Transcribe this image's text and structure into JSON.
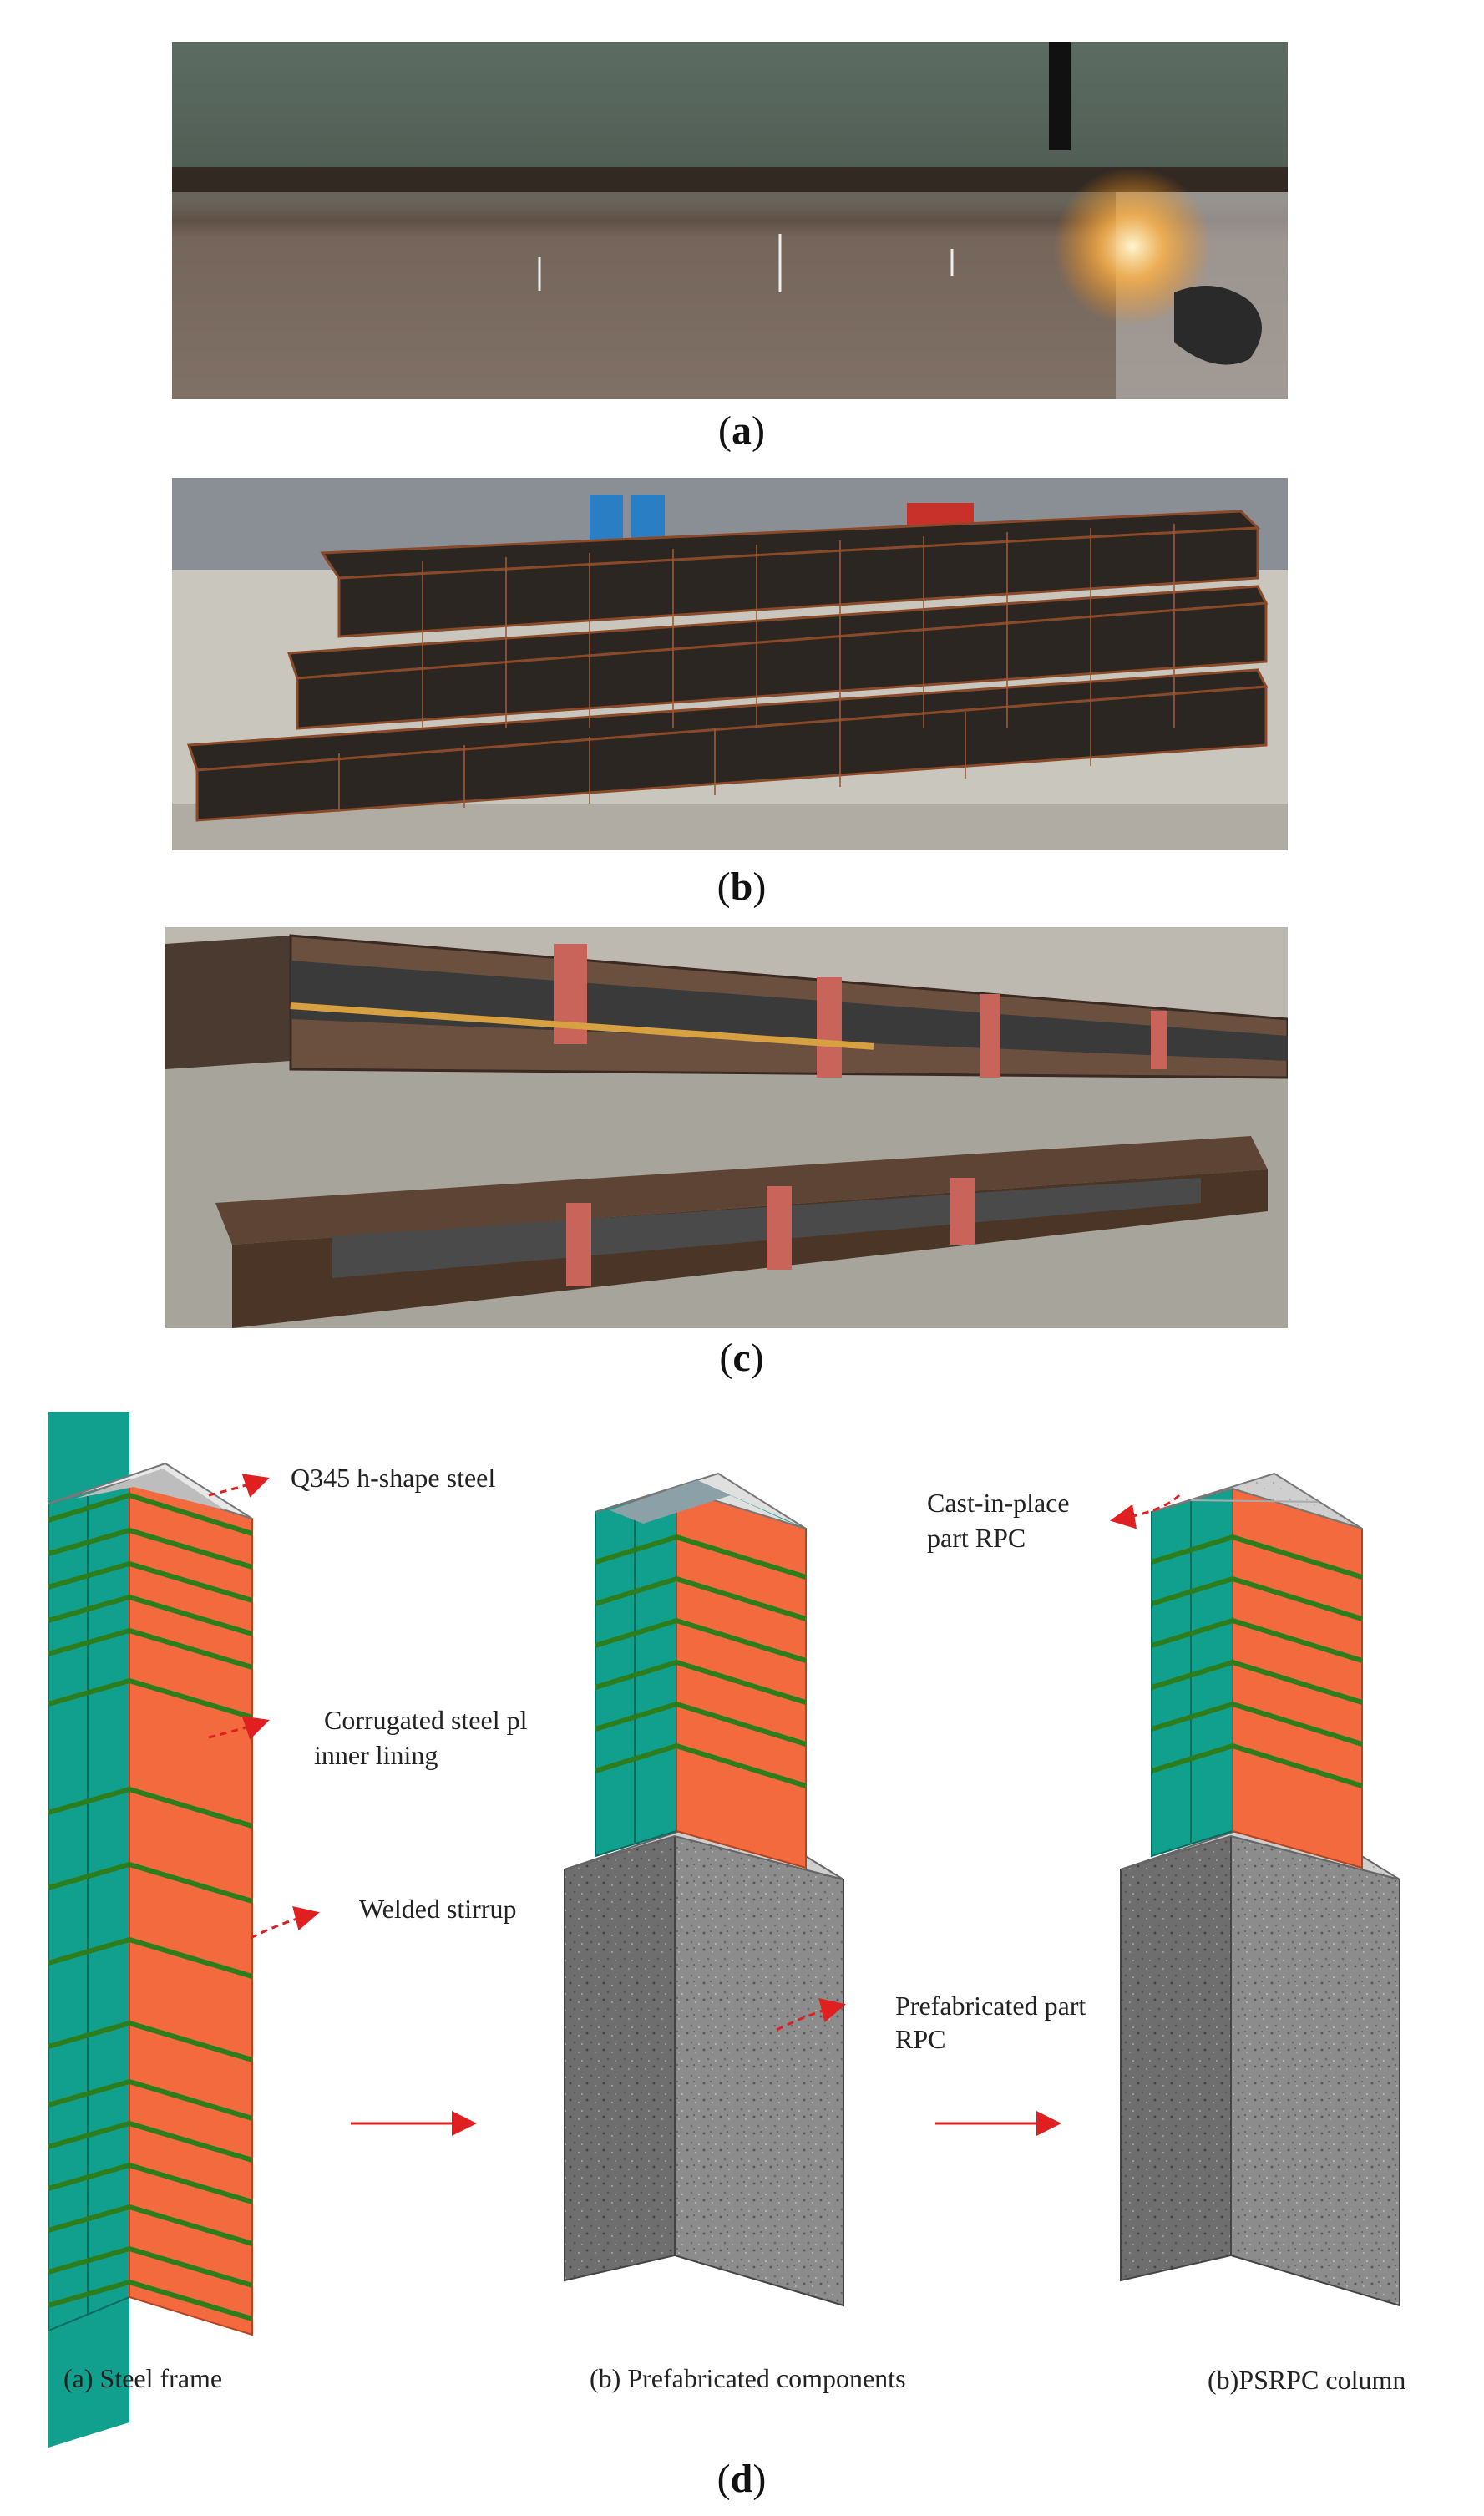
{
  "panels": {
    "a": {
      "letter": "a"
    },
    "b": {
      "letter": "b"
    },
    "c": {
      "letter": "c"
    },
    "d": {
      "letter": "d"
    }
  },
  "diagram": {
    "callouts": {
      "h_steel": "Q345 h-shape steel",
      "corrugated_1": "Corrugated steel pl",
      "corrugated_2": "inner lining",
      "stirrup": "Welded stirrup",
      "prefab_1": "Prefabricated part",
      "prefab_2": "RPC",
      "castin_1": "Cast-in-place",
      "castin_2": "part   RPC"
    },
    "subcaptions": {
      "steel_frame": "(a) Steel frame",
      "prefab_components": "(b) Prefabricated components",
      "column": "(b)PSRPC column"
    }
  },
  "colors": {
    "teal": "#12a08e",
    "orange": "#f26a3d",
    "stirrup": "#2e7d1c",
    "concrete": "#8c8c8c",
    "arrow": "#e02020"
  }
}
